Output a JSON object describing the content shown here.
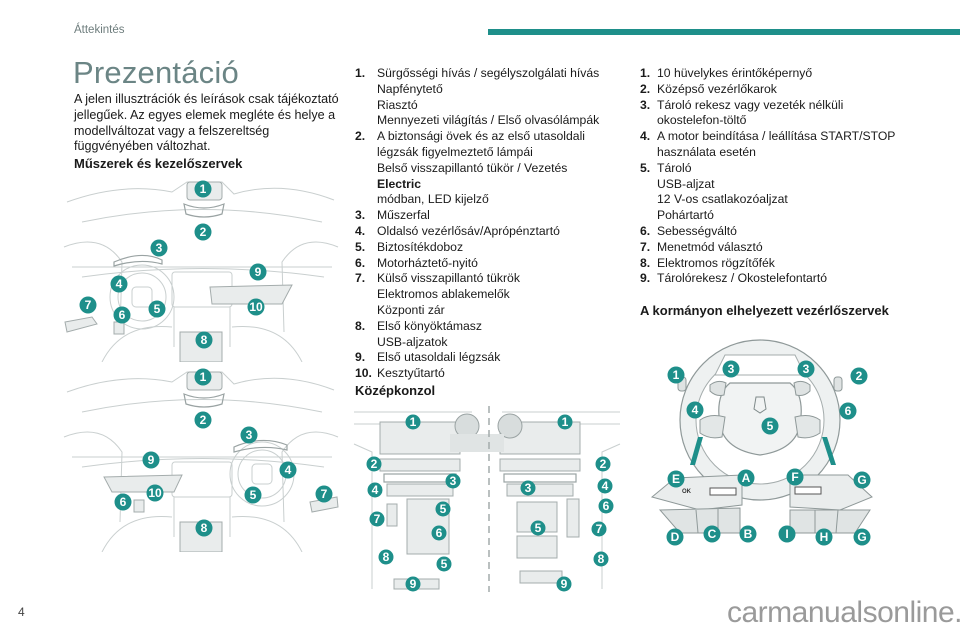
{
  "header": {
    "section": "Áttekintés",
    "accent_color": "#1e8f8a"
  },
  "page": {
    "title": "Prezentáció",
    "intro": "A jelen illusztrációk és leírások csak tájékoztató jellegűek. Az egyes elemek megléte és helye a modellváltozat vagy a felszereltség függvényében változhat.",
    "page_number": "4",
    "watermark": "carmanualsonline.info"
  },
  "instruments": {
    "heading": "Műszerek és kezelőszervek",
    "figure_lhd_badges": [
      "1",
      "2",
      "3",
      "4",
      "5",
      "6",
      "7",
      "8",
      "9",
      "10"
    ],
    "figure_rhd_badges": [
      "1",
      "2",
      "3",
      "4",
      "5",
      "6",
      "7",
      "8",
      "9",
      "10"
    ],
    "items": [
      {
        "num": "1.",
        "lines": [
          "Sürgősségi hívás / segélyszolgálati hívás",
          "Napfénytető",
          "Riasztó",
          "Mennyezeti világítás / Első olvasólámpák"
        ]
      },
      {
        "num": "2.",
        "lines": [
          "A biztonsági övek és az első utasoldali",
          "légzsák figyelmeztető lámpái",
          "Belső visszapillantó tükör / Vezetés ",
          "módban, LED kijelző"
        ],
        "bold_word": "Electric"
      },
      {
        "num": "3.",
        "lines": [
          "Műszerfal"
        ]
      },
      {
        "num": "4.",
        "lines": [
          "Oldalsó vezérlősáv/Aprópénztartó"
        ]
      },
      {
        "num": "5.",
        "lines": [
          "Biztosítékdoboz"
        ]
      },
      {
        "num": "6.",
        "lines": [
          "Motorháztető-nyitó"
        ]
      },
      {
        "num": "7.",
        "lines": [
          "Külső visszapillantó tükrök",
          "Elektromos ablakemelők",
          "Központi zár"
        ]
      },
      {
        "num": "8.",
        "lines": [
          "Első könyöktámasz",
          "USB-aljzatok"
        ]
      },
      {
        "num": "9.",
        "lines": [
          "Első utasoldali légzsák"
        ]
      },
      {
        "num": "10.",
        "lines": [
          "Kesztyűtartó"
        ]
      }
    ]
  },
  "center_console": {
    "heading": "Középkonzol",
    "figure_left_badges": [
      "1",
      "2",
      "3",
      "4",
      "5",
      "6",
      "7",
      "8",
      "5",
      "9"
    ],
    "figure_right_badges": [
      "1",
      "2",
      "3",
      "4",
      "5",
      "6",
      "7",
      "8",
      "9"
    ],
    "items": [
      {
        "num": "1.",
        "lines": [
          "10 hüvelykes érintőképernyő"
        ]
      },
      {
        "num": "2.",
        "lines": [
          "Középső vezérlőkarok"
        ]
      },
      {
        "num": "3.",
        "lines": [
          "Tároló rekesz vagy vezeték nélküli",
          "okostelefon-töltő"
        ]
      },
      {
        "num": "4.",
        "lines": [
          "A motor beindítása / leállítása START/STOP",
          "használata esetén"
        ]
      },
      {
        "num": "5.",
        "lines": [
          "Tároló",
          "USB-aljzat",
          "12 V-os csatlakozóaljzat",
          "Pohártartó"
        ]
      },
      {
        "num": "6.",
        "lines": [
          "Sebességváltó"
        ]
      },
      {
        "num": "7.",
        "lines": [
          "Menetmód választó"
        ]
      },
      {
        "num": "8.",
        "lines": [
          "Elektromos rögzítőfék"
        ]
      },
      {
        "num": "9.",
        "lines": [
          "Tárolórekesz / Okostelefontartó"
        ]
      }
    ]
  },
  "steering": {
    "heading": "A kormányon elhelyezett vezérlőszervek",
    "wheel_badges": [
      "1",
      "3",
      "3",
      "2",
      "4",
      "6",
      "5"
    ],
    "left_pad_badges": [
      "E",
      "A",
      "D",
      "C",
      "B"
    ],
    "right_pad_badges": [
      "F",
      "G",
      "I",
      "H",
      "G"
    ],
    "left_pad_labels": {
      "ok": "OK"
    }
  }
}
